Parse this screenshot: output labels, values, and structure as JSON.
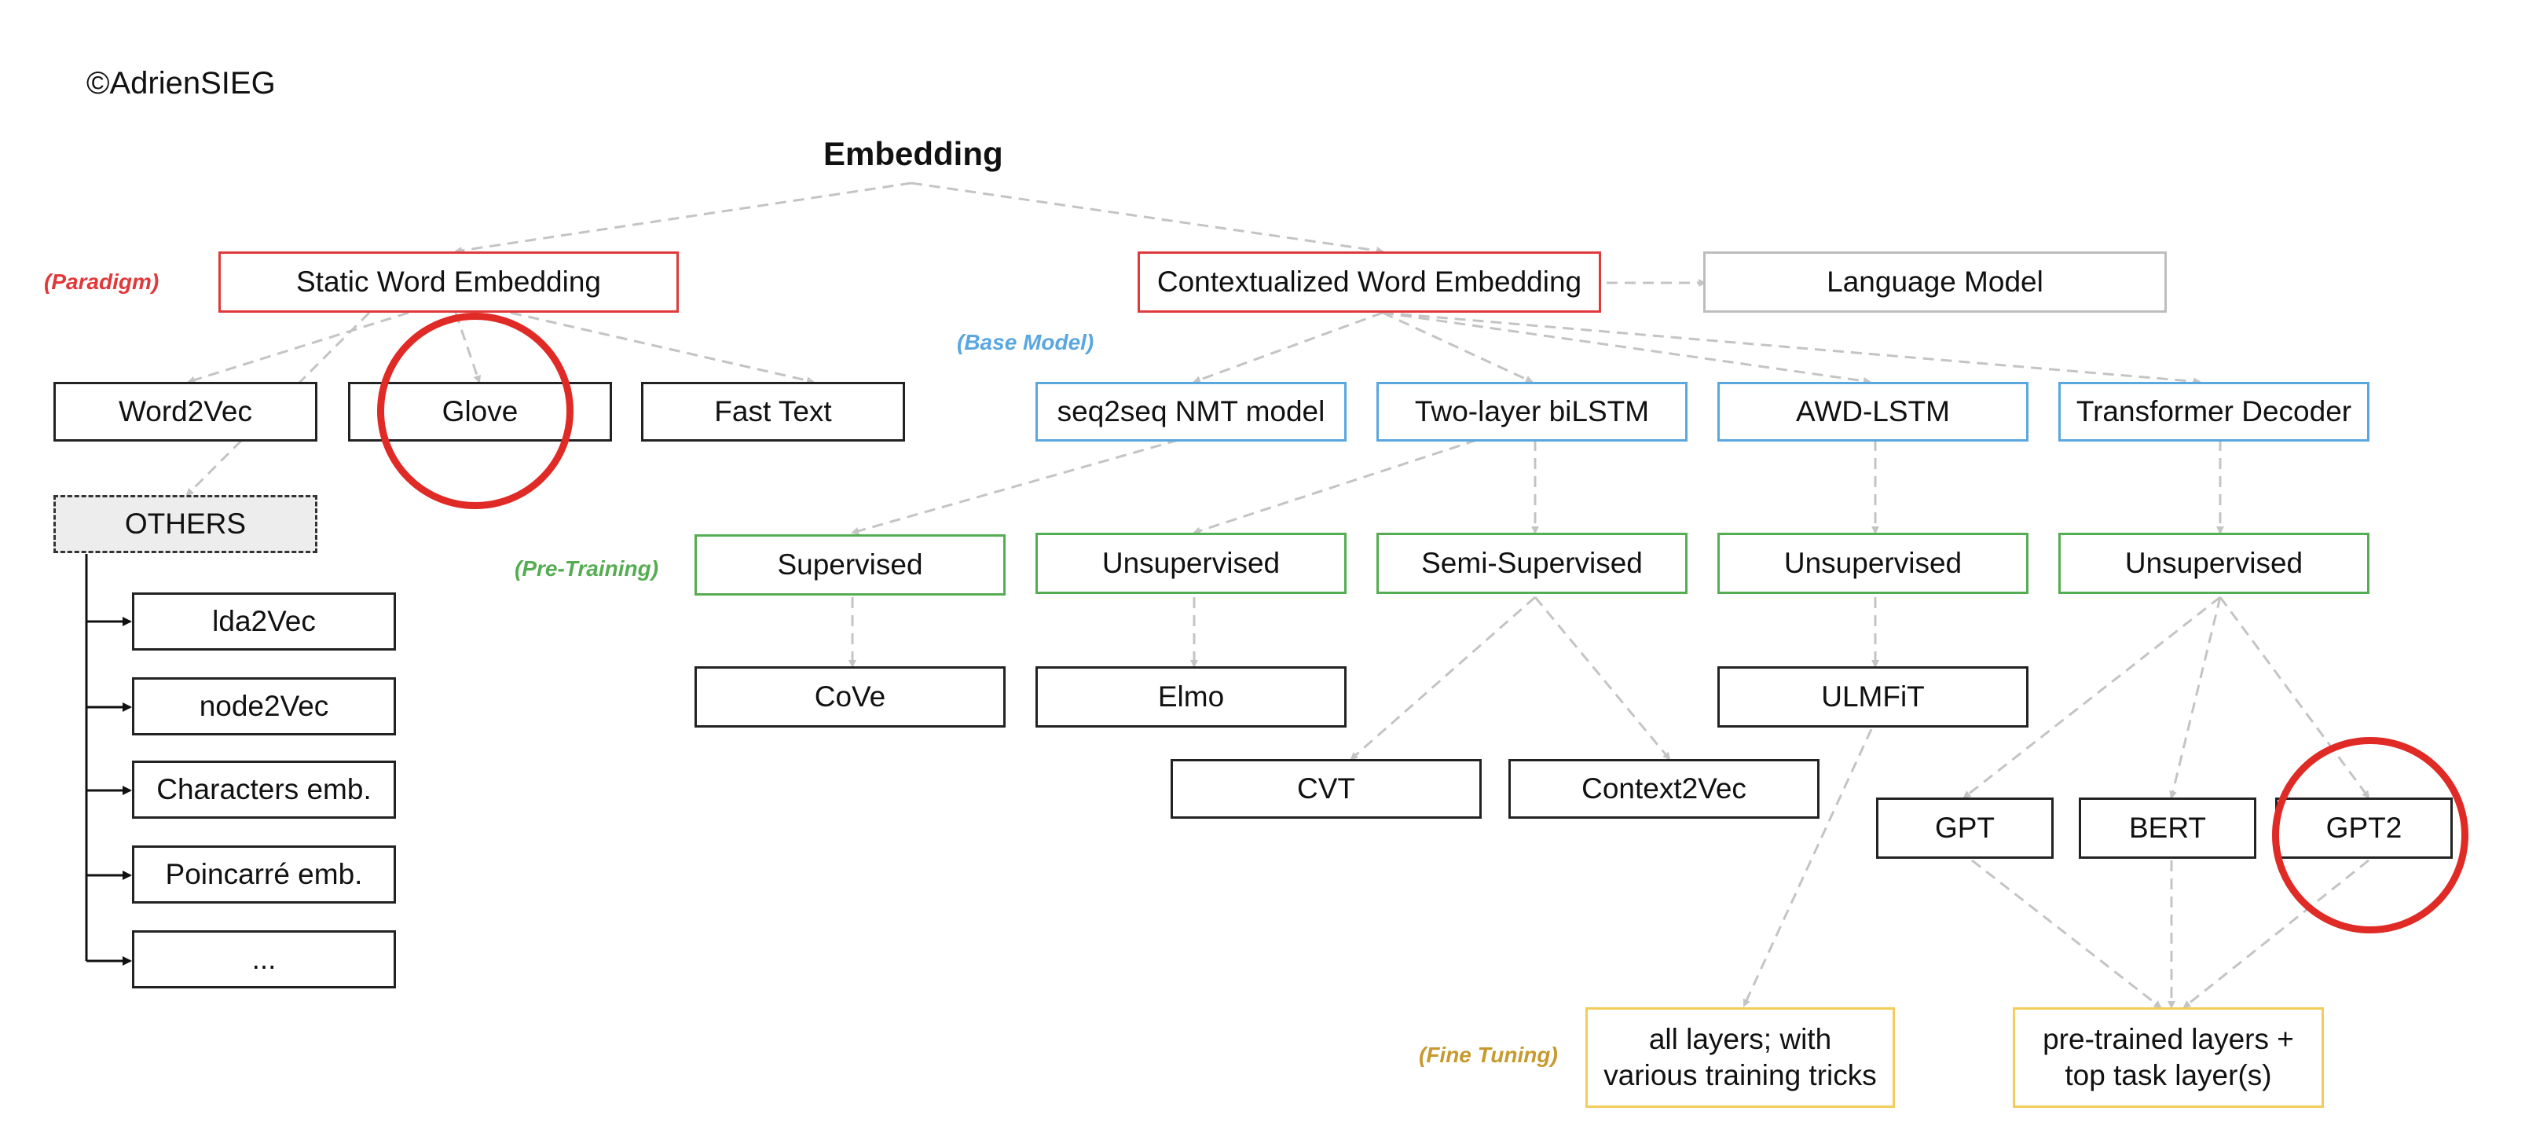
{
  "copyright": "©AdrienSIEG",
  "title": "Embedding",
  "colors": {
    "red": "#e0393b",
    "gray": "#bdbdbd",
    "blue": "#5aa7e0",
    "green": "#55ad52",
    "yellow": "#f3cc5a",
    "gold": "#c79a2e",
    "dashed_arrow": "#c4c4c4",
    "highlight_ring": "#e02a25"
  },
  "stage_labels": {
    "paradigm": "(Paradigm)",
    "base_model": "(Base Model)",
    "pre_training": "(Pre-Training)",
    "fine_tuning": "(Fine Tuning)"
  },
  "nodes": {
    "static": "Static Word Embedding",
    "contextual": "Contextualized Word Embedding",
    "language_model": "Language Model",
    "word2vec": "Word2Vec",
    "glove": "Glove",
    "fasttext": "Fast Text",
    "others": "OTHERS",
    "lda2vec": "lda2Vec",
    "node2vec": "node2Vec",
    "characters": "Characters emb.",
    "poincare": "Poincarré emb.",
    "ellipsis": "...",
    "seq2seq": "seq2seq NMT model",
    "bilstm": "Two-layer biLSTM",
    "awd": "AWD-LSTM",
    "transformer": "Transformer Decoder",
    "supervised": "Supervised",
    "unsup1": "Unsupervised",
    "semisup": "Semi-Supervised",
    "unsup2": "Unsupervised",
    "unsup3": "Unsupervised",
    "cove": "CoVe",
    "elmo": "Elmo",
    "ulmfit": "ULMFiT",
    "cvt": "CVT",
    "context2vec": "Context2Vec",
    "gpt": "GPT",
    "bert": "BERT",
    "gpt2": "GPT2",
    "ft_all_line1": "all layers; with",
    "ft_all_line2": "various training tricks",
    "ft_top_line1": "pre-trained layers +",
    "ft_top_line2": "top task layer(s)"
  },
  "highlighted": [
    "Glove",
    "GPT2"
  ]
}
